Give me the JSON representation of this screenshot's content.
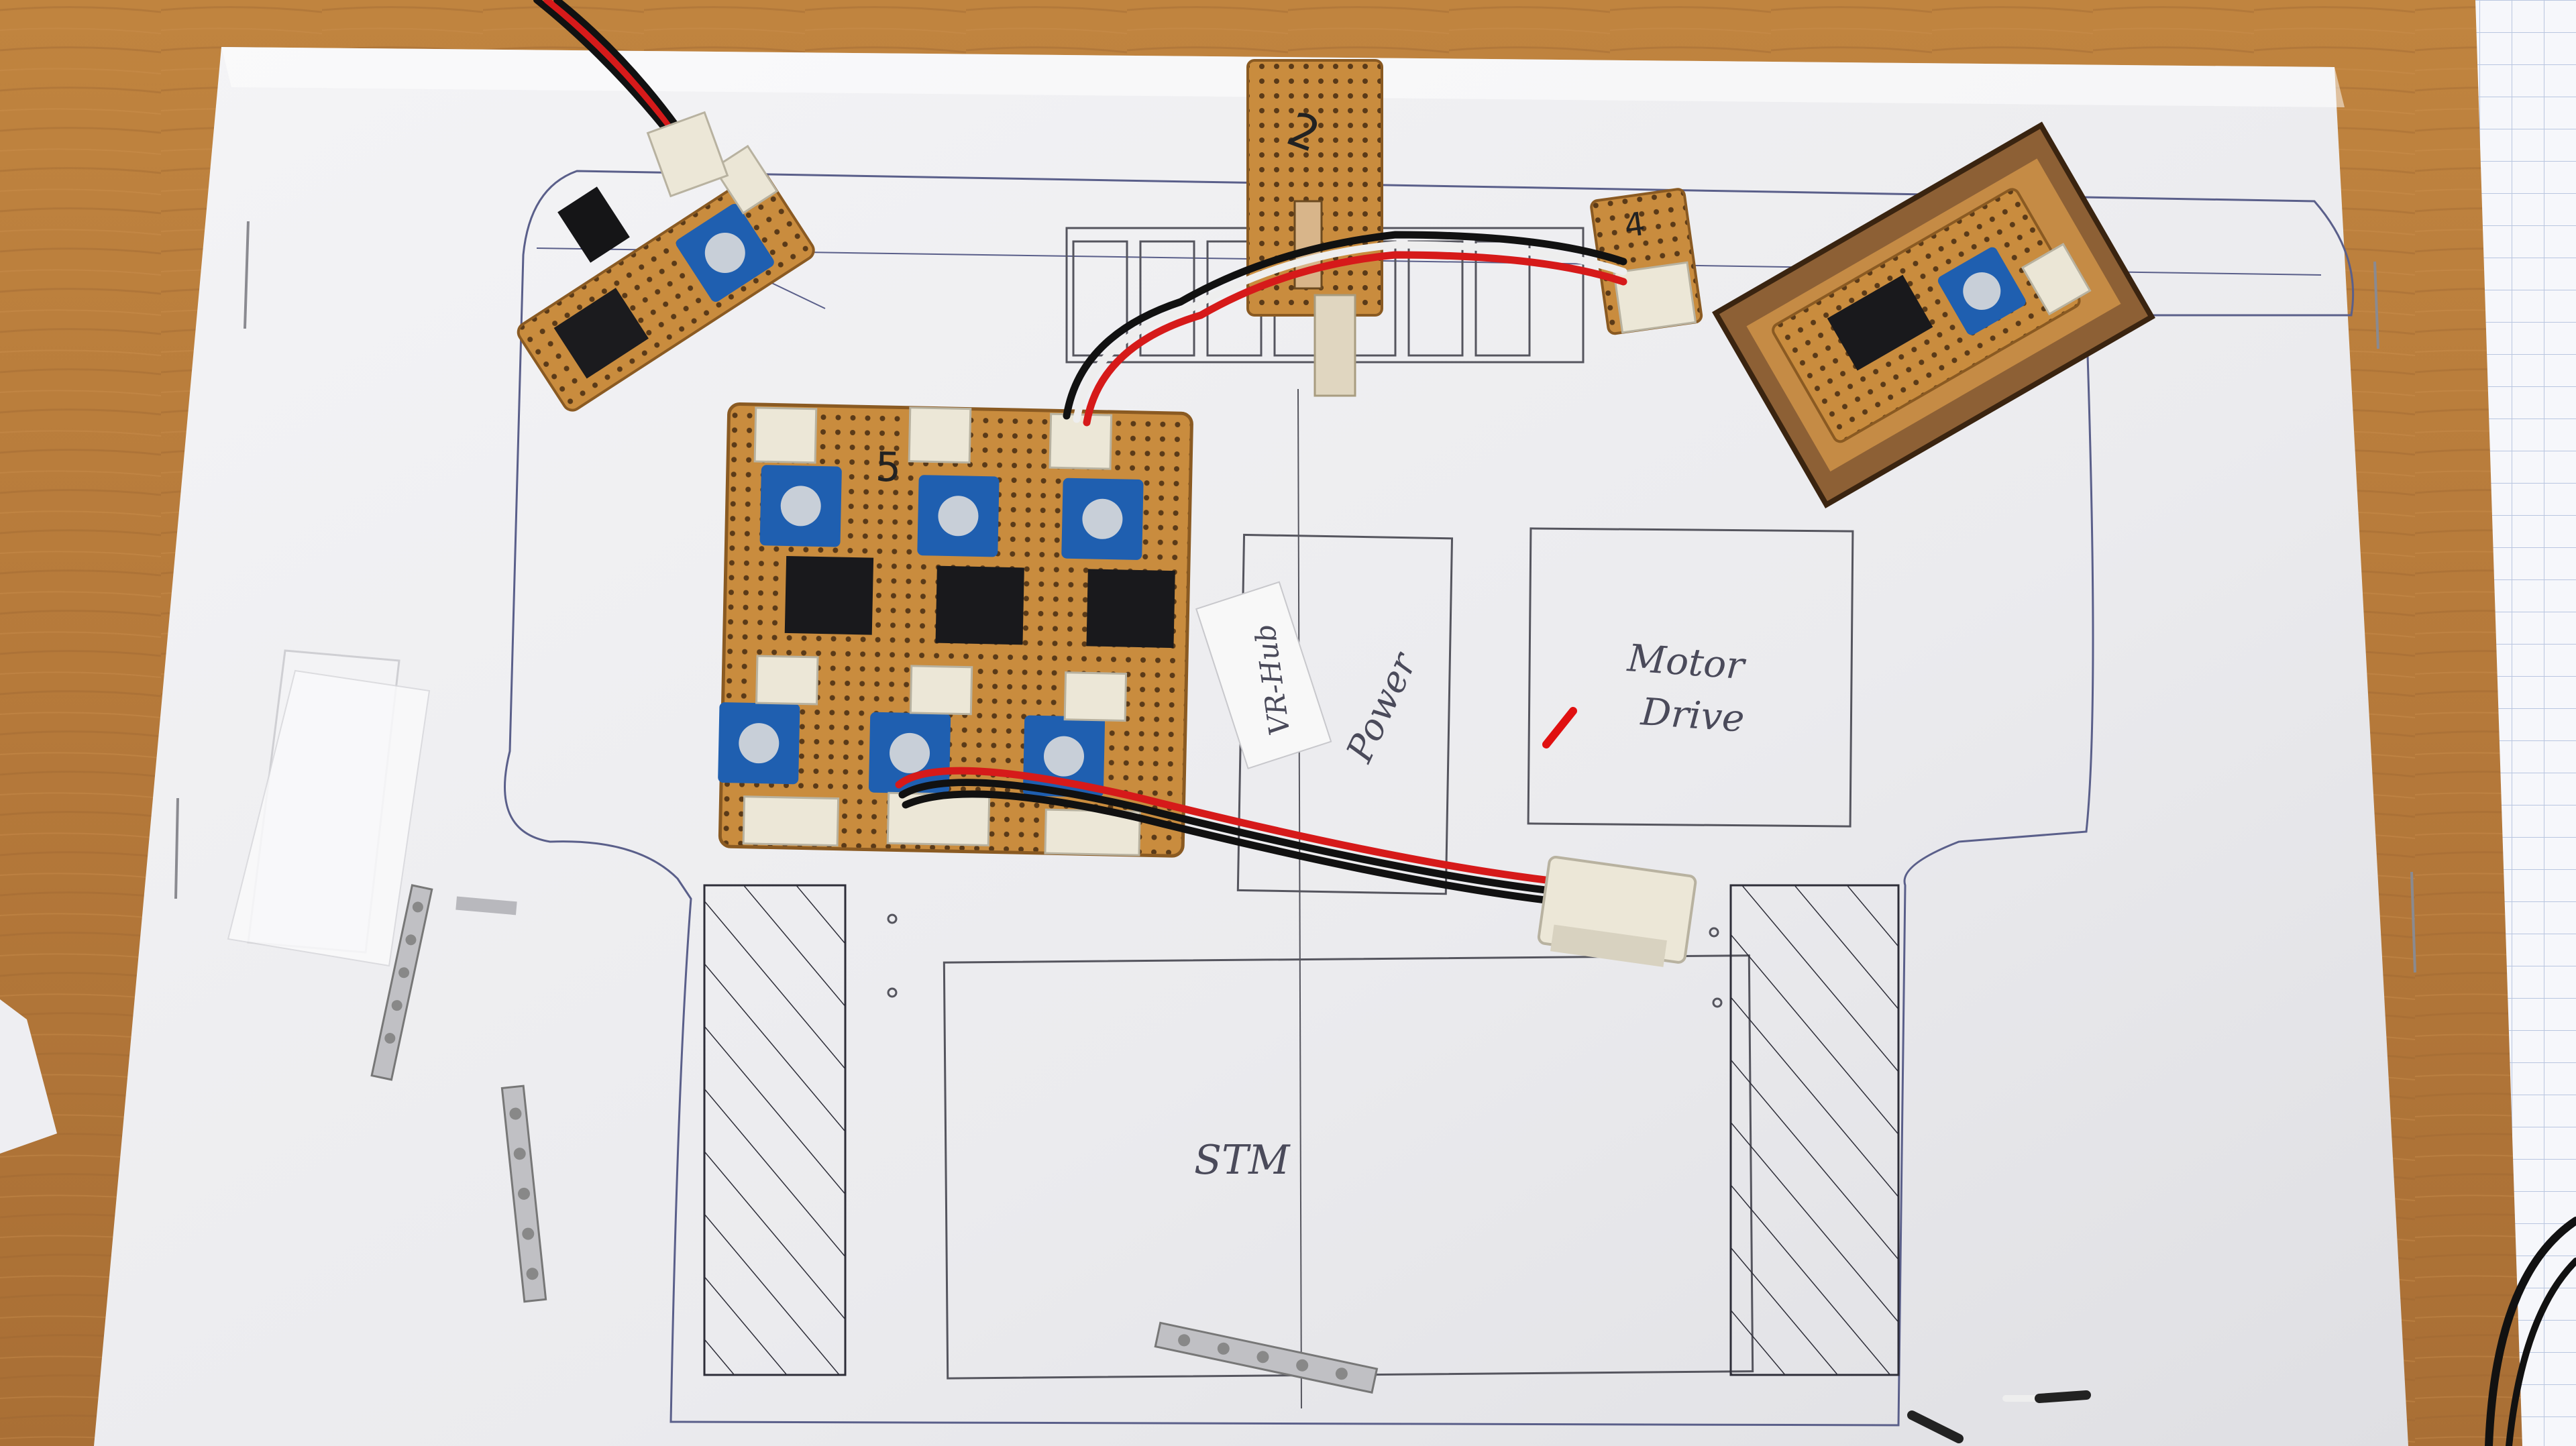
{
  "photo": {
    "sketch_labels": {
      "motor": "Motor",
      "drive": "Drive",
      "power": "Power",
      "vreg": "VR-Hub",
      "stm": "STM"
    },
    "board_marks": {
      "top_board": "2",
      "right_board": "4",
      "main_board": "5"
    }
  }
}
